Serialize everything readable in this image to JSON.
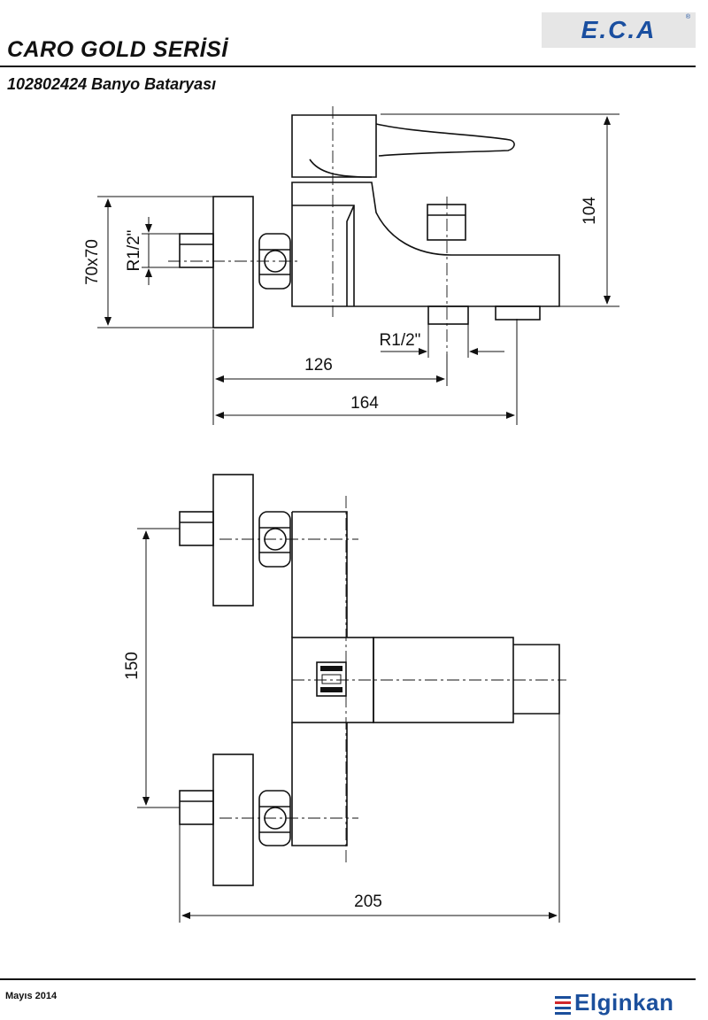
{
  "header": {
    "series_title": "CARO GOLD SERİSİ",
    "product_line": "102802424 Banyo Bataryası"
  },
  "logos": {
    "eca": "E.C.A",
    "eca_registered": "®",
    "elginkan": "Elginkan"
  },
  "footer": {
    "date": "Mayıs 2014"
  },
  "dimensions": {
    "height_104": "104",
    "flange_70x70": "70x70",
    "thread_side": "R1/2\"",
    "thread_bottom": "R1/2\"",
    "length_126": "126",
    "length_164": "164",
    "spacing_150": "150",
    "width_205": "205"
  },
  "colors": {
    "line": "#111111",
    "brand_blue": "#1b4f9c",
    "brand_red": "#d0282c"
  }
}
